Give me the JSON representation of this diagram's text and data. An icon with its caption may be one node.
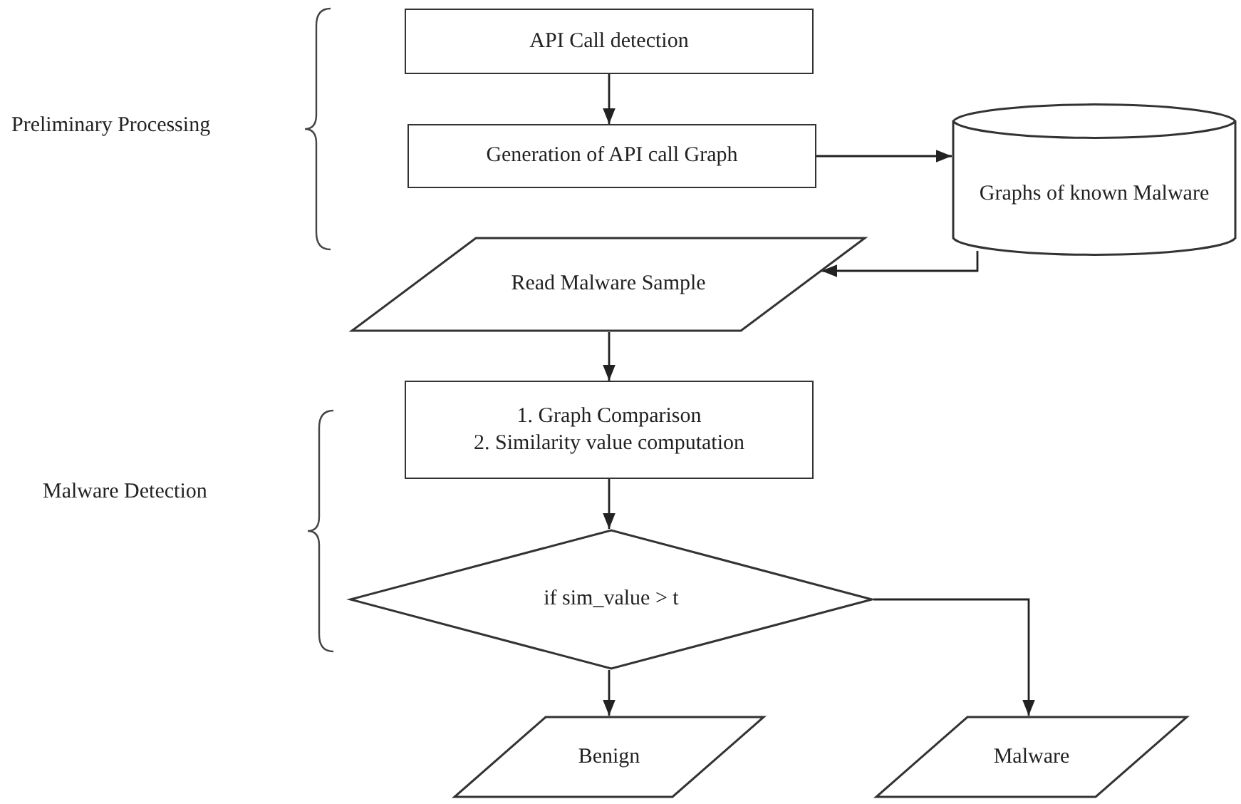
{
  "diagram": {
    "nodes": [
      {
        "text": [
          "API Call detection"
        ]
      },
      {
        "text": [
          "Generation of API call Graph"
        ]
      },
      {
        "text": [
          "Graphs of known Malware"
        ]
      },
      {
        "text": [
          "Read Malware Sample"
        ]
      },
      {
        "text": [
          "1. Graph Comparison",
          "2. Similarity value computation"
        ]
      },
      {
        "text": [
          "if sim_value > t"
        ]
      },
      {
        "text": [
          "Benign"
        ]
      },
      {
        "text": [
          "Malware"
        ]
      }
    ],
    "edges": [
      {
        "from": 0,
        "to": 1,
        "arrow": "to"
      },
      {
        "from": 1,
        "to": 2,
        "arrow": "to"
      },
      {
        "from": 2,
        "to": 3,
        "arrow": "to"
      },
      {
        "from": 3,
        "to": 4,
        "arrow": "to"
      },
      {
        "from": 4,
        "to": 5,
        "arrow": "to"
      },
      {
        "from": 5,
        "to": 6,
        "arrow": "to"
      },
      {
        "from": 5,
        "to": 7,
        "arrow": "to"
      }
    ],
    "labels": [
      "Preliminary Processing",
      "Malware Detection"
    ]
  }
}
